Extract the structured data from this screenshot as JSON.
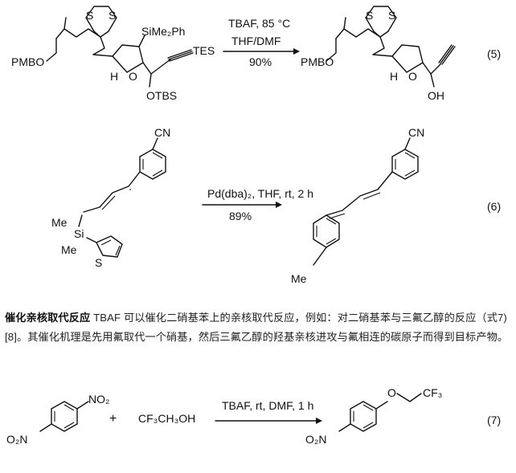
{
  "reaction5": {
    "label": "(5)",
    "conditions": [
      "TBAF, 85 °C",
      "THF/DMF",
      "90%"
    ],
    "reactant_labels": {
      "pmbo": "PMBO",
      "sime2ph": "SiMe₂Ph",
      "tes": "TES",
      "otbs": "OTBS",
      "s1": "S",
      "s2": "S",
      "h": "H",
      "o": "O"
    },
    "product_labels": {
      "pmbo": "PMBO",
      "oh": "OH",
      "s1": "S",
      "s2": "S",
      "h": "H",
      "o": "O"
    }
  },
  "reaction6": {
    "label": "(6)",
    "conditions": [
      "Pd(dba)₂, THF, rt, 2 h",
      "89%"
    ],
    "reactant_labels": {
      "cn": "CN",
      "me1": "Me",
      "si": "Si",
      "me2": "Me",
      "s": "S"
    },
    "product_labels": {
      "cn": "CN",
      "me": "Me"
    }
  },
  "paragraph": {
    "heading": "催化亲核取代反应",
    "text": " TBAF 可以催化二硝基苯上的亲核取代反应，例如：对二硝基苯与三氟乙醇的反应（式7)[8]。其催化机理是先用氟取代一个硝基，然后三氟乙醇的羟基亲核进攻与氟相连的碳原子而得到目标产物。"
  },
  "reaction7": {
    "label": "(7)",
    "conditions": [
      "TBAF, rt, DMF, 1 h"
    ],
    "reactant1_labels": {
      "no2_top": "NO₂",
      "o2n_bottom": "O₂N"
    },
    "plus": "+",
    "reactant2": "CF₃CH₃OH",
    "product_labels": {
      "o": "O",
      "cf3": "CF₃",
      "o2n": "O₂N"
    }
  }
}
